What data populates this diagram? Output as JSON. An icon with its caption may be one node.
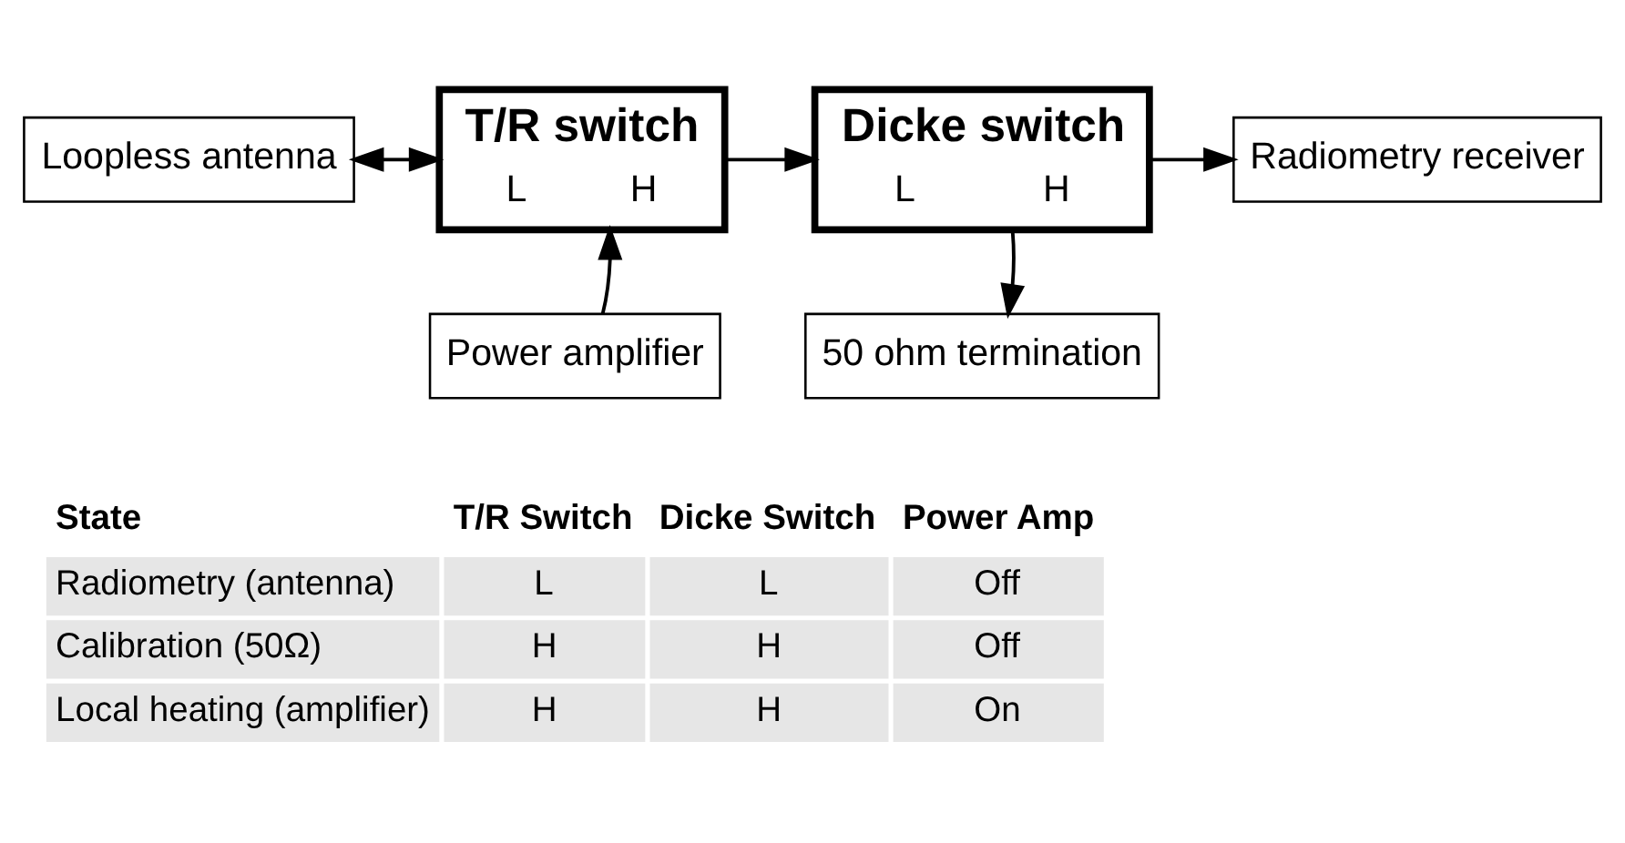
{
  "diagram": {
    "nodes": [
      {
        "text": [
          "Loopless antenna"
        ]
      },
      {
        "text": [
          "T/R switch",
          "L",
          "H"
        ]
      },
      {
        "text": [
          "Dicke switch",
          "L",
          "H"
        ]
      },
      {
        "text": [
          "Radiometry receiver"
        ]
      },
      {
        "text": [
          "Power amplifier"
        ]
      },
      {
        "text": [
          "50 ohm termination"
        ]
      }
    ],
    "edges": [
      {
        "from": 0,
        "to": 1,
        "arrow": "both"
      },
      {
        "from": 1,
        "to": 2,
        "arrow": "to"
      },
      {
        "from": 2,
        "to": 3,
        "arrow": "to"
      },
      {
        "from": 4,
        "to": 1,
        "arrow": "to"
      },
      {
        "from": 2,
        "to": 5,
        "arrow": "to"
      }
    ],
    "labels": [
      "State",
      "T/R Switch",
      "Dicke Switch",
      "Power Amp",
      "Radiometry (antenna)",
      "L",
      "L",
      "Off",
      "Calibration (50Ω)",
      "H",
      "H",
      "Off",
      "Local heating (amplifier)",
      "H",
      "H",
      "On"
    ]
  }
}
